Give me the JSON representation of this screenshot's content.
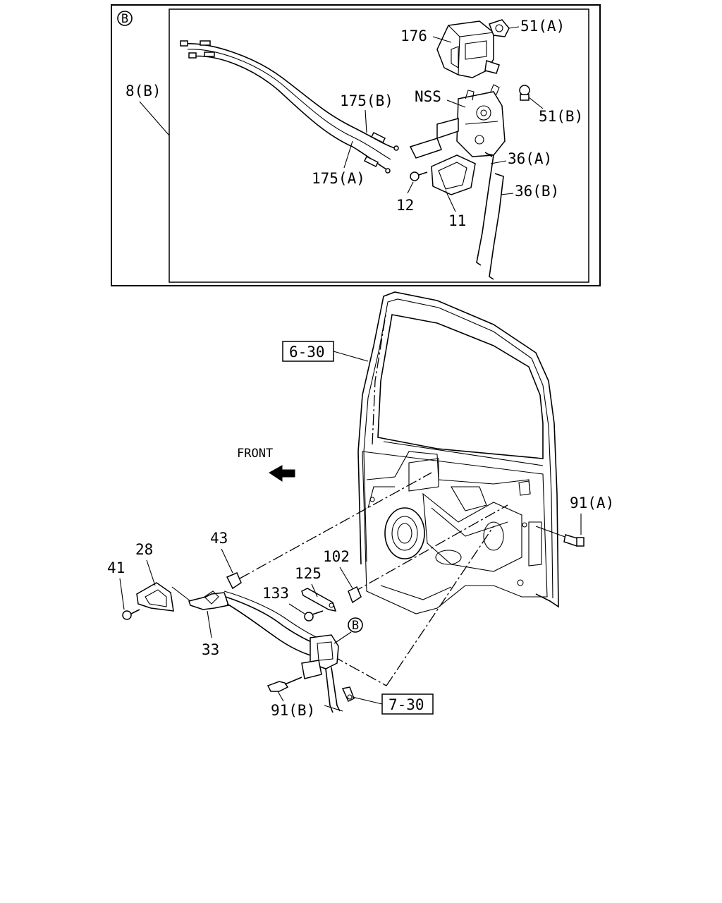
{
  "inset": {
    "marker": "B",
    "labels": {
      "p8b": "8(B)",
      "p176": "176",
      "p51a": "51(A)",
      "p51b": "51(B)",
      "nss": "NSS",
      "p175b": "175(B)",
      "p175a": "175(A)",
      "p36a": "36(A)",
      "p36b": "36(B)",
      "p12": "12",
      "p11": "11"
    }
  },
  "main": {
    "labels": {
      "ref630": "6-30",
      "ref730": "7-30",
      "front": "FRONT",
      "p91a": "91(A)",
      "p91b": "91(B)",
      "p43": "43",
      "p28": "28",
      "p41": "41",
      "p33": "33",
      "p102": "102",
      "p125": "125",
      "p133": "133",
      "callout_b": "B"
    }
  }
}
